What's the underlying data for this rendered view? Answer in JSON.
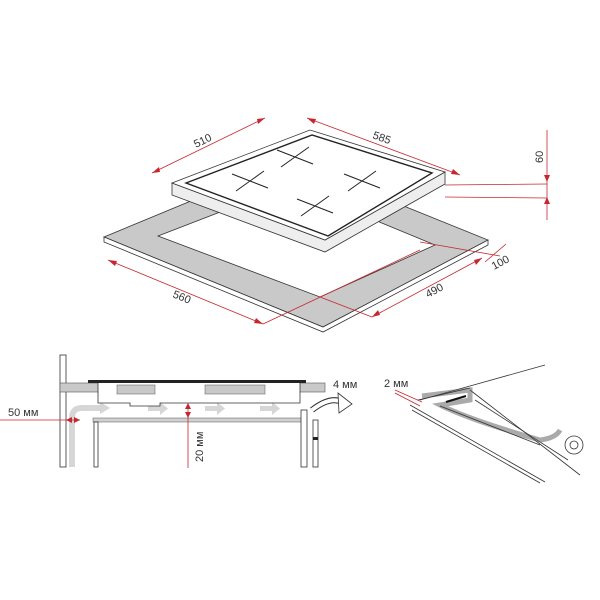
{
  "top_view": {
    "dim_width_hob": "510",
    "dim_length_hob": "585",
    "dim_height": "60",
    "dim_cutout_length": "560",
    "dim_cutout_width": "490",
    "dim_edge_offset": "100"
  },
  "side_view": {
    "dim_wall_gap": "50 мм",
    "dim_under_gap": "20 мм",
    "dim_rear_gap": "4 мм"
  },
  "seal_detail": {
    "dim_seal": "2 мм"
  },
  "colors": {
    "dimension": "#c8262e",
    "panel": "#c9c9c9",
    "line": "#333333"
  }
}
